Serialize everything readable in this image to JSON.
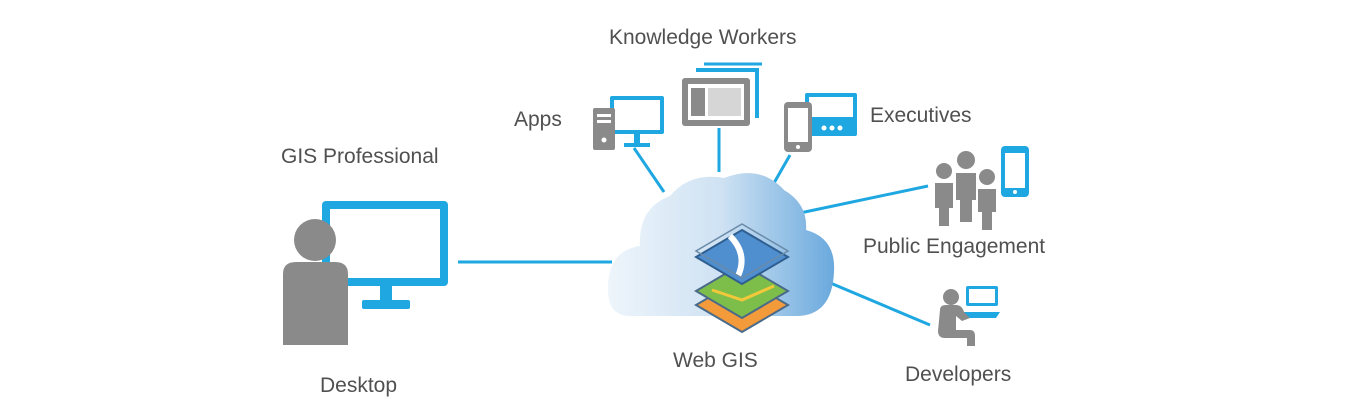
{
  "labels": {
    "gis_professional": "GIS Professional",
    "desktop": "Desktop",
    "knowledge_workers": "Knowledge Workers",
    "apps": "Apps",
    "executives": "Executives",
    "public_engagement": "Public Engagement",
    "developers": "Developers",
    "web_gis": "Web GIS"
  },
  "colors": {
    "accent_blue": "#1ea7e1",
    "gray": "#8a8a8a",
    "text": "#505050"
  },
  "icons": [
    "person-icon",
    "desktop-monitor-icon",
    "pc-tower-icon",
    "tablet-icon",
    "phone-icon",
    "group-people-icon",
    "developer-laptop-icon",
    "cloud-icon",
    "map-layers-icon"
  ]
}
